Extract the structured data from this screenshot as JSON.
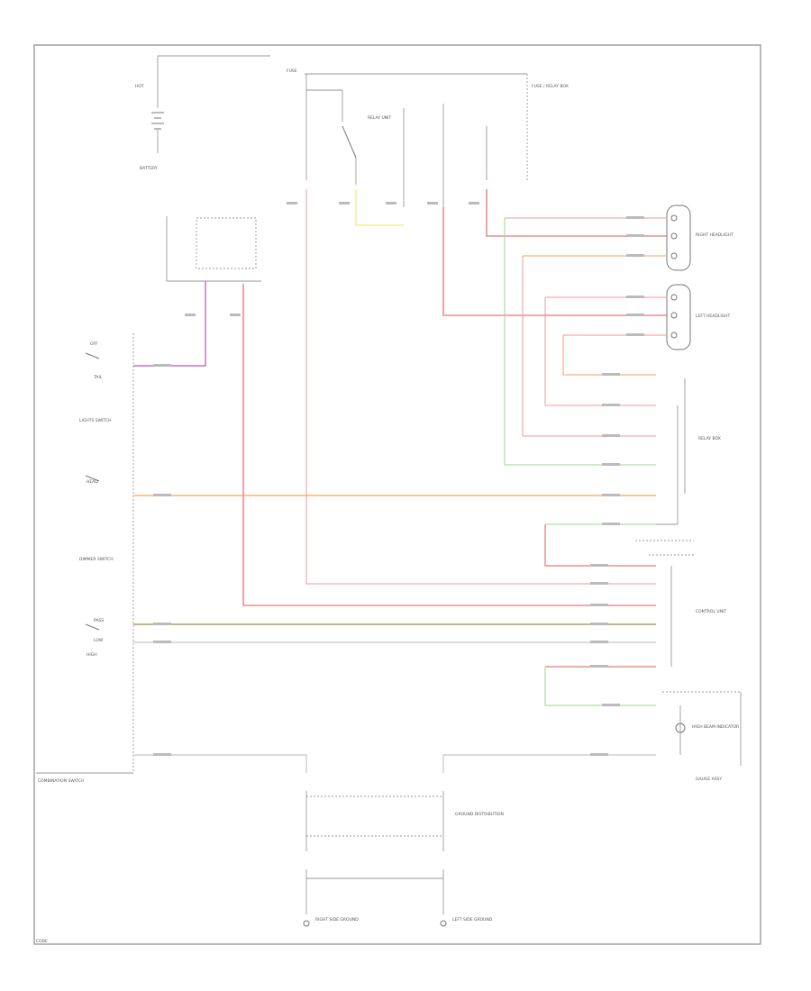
{
  "diagram": {
    "labels": {
      "hot_label": "HOT",
      "battery_label": "BATTERY",
      "fuse_label": "FUSE",
      "fuse_box_label": "FUSE / RELAY BOX",
      "relay_unit_label": "RELAY UNIT",
      "switch_top_label": "OFF",
      "tail_label": "TAIL",
      "head_label": "HEAD",
      "lights_switch_label": "LIGHTS SWITCH",
      "dimmer_switch_label": "DIMMER SWITCH",
      "pass_label": "PASS",
      "low_label": "LOW",
      "high_label": "HIGH",
      "right_headlight_label": "RIGHT HEADLIGHT",
      "left_headlight_label": "LEFT HEADLIGHT",
      "relay_box_label": "RELAY BOX",
      "control_unit_label": "CONTROL UNIT",
      "indicator_label": "HIGH BEAM INDICATOR",
      "combination_switch_label": "COMBINATION SWITCH",
      "gauge_label": "GAUGE ASSY",
      "ground_dist_label": "GROUND DISTRIBUTION",
      "ground_right_label": "RIGHT SIDE GROUND",
      "ground_left_label": "LEFT SIDE GROUND",
      "footer_label": "CODE"
    }
  }
}
